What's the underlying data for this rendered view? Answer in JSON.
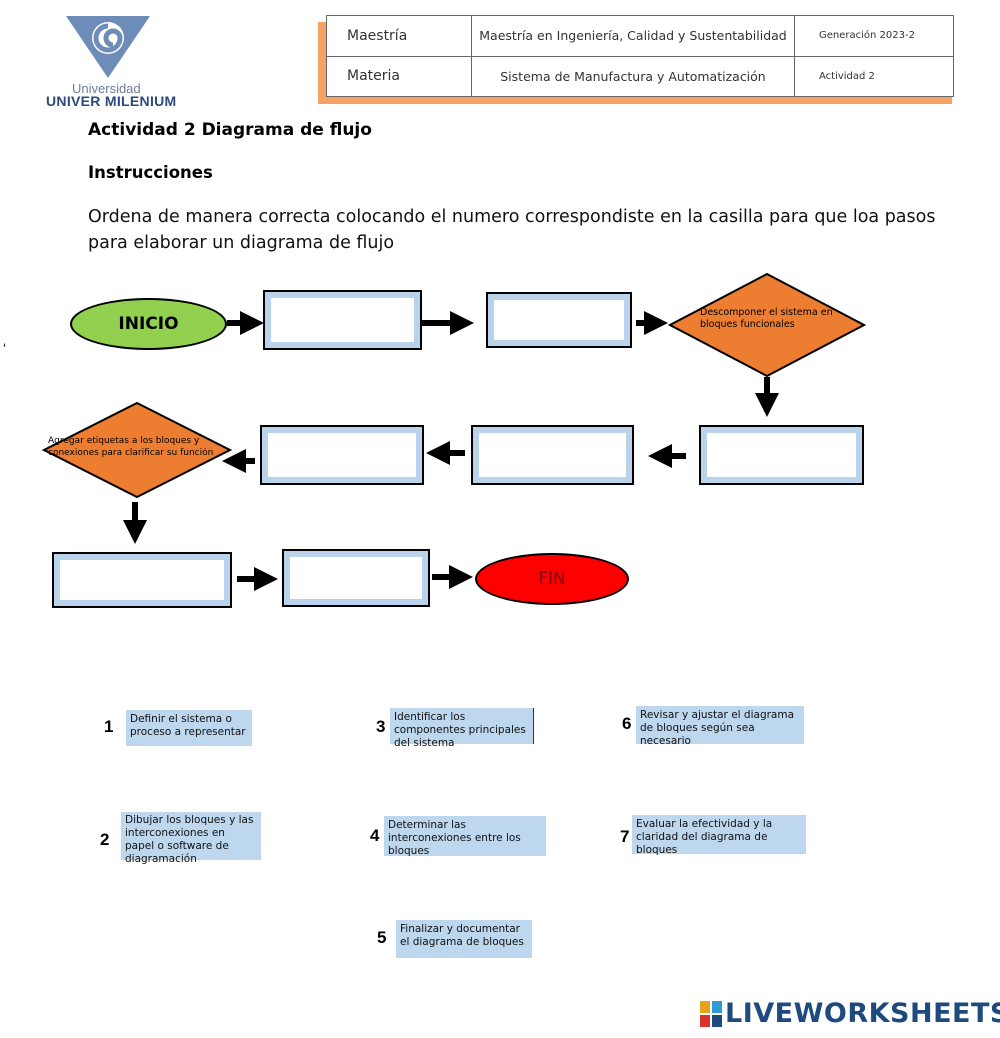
{
  "header": {
    "logo_line1": "Universidad",
    "logo_line2": "UNIVER MILENIUM",
    "row1": {
      "label": "Maestría",
      "value": "Maestría en  Ingeniería, Calidad y Sustentabilidad",
      "extra": "Generación 2023-2"
    },
    "row2": {
      "label": "Materia",
      "value": "Sistema de Manufactura y Automatización",
      "extra": "Actividad 2"
    }
  },
  "title": "Actividad 2 Diagrama de flujo",
  "subtitle": "Instrucciones",
  "instructions": "Ordena de manera correcta colocando el numero correspondiste en la casilla para que loa pasos para elaborar un diagrama de flujo",
  "flow": {
    "start": "INICIO",
    "end": "FIN",
    "diamond1": "Descomponer el sistema en bloques funcionales",
    "diamond2": "Agregar etiquetas a los bloques y conexiones para clarificar su función",
    "answers": [
      "",
      "",
      "",
      "",
      "",
      "",
      ""
    ]
  },
  "options": [
    {
      "num": "1",
      "text": "Definir el sistema o proceso a representar"
    },
    {
      "num": "2",
      "text": "Dibujar los bloques y las interconexiones en papel o software de diagramación"
    },
    {
      "num": "3",
      "text": "Identificar los componentes principales del sistema"
    },
    {
      "num": "4",
      "text": "Determinar las interconexiones entre los bloques"
    },
    {
      "num": "5",
      "text": "Finalizar y documentar el diagrama de bloques"
    },
    {
      "num": "6",
      "text": "Revisar y ajustar el diagrama de bloques según sea necesario"
    },
    {
      "num": "7",
      "text": "Evaluar la efectividad y la claridad del diagrama de bloques"
    }
  ],
  "colors": {
    "start": "#92d050",
    "end": "#ff0000",
    "diamond": "#ed7d31",
    "box_frame": "#b9d3ea",
    "option_bg": "#bdd7ee",
    "header_accent": "#f5a267",
    "brand": "#1e4a7d"
  },
  "brand": {
    "name": "LIVEWORKSHEETS",
    "icon": "liveworksheets-logo-icon"
  }
}
